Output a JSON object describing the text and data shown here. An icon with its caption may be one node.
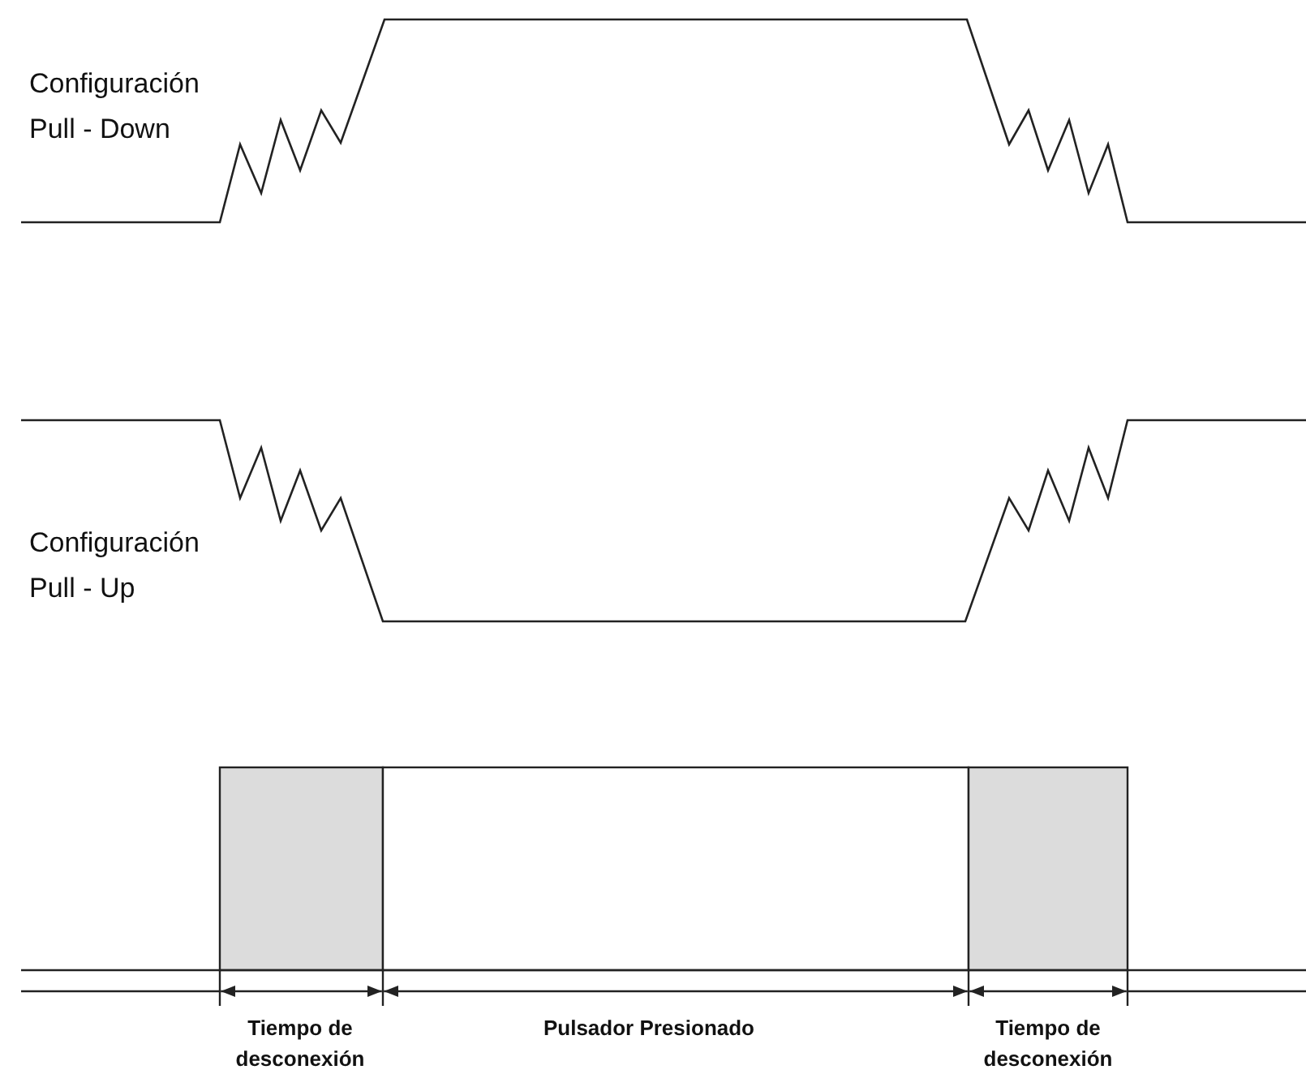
{
  "diagram": {
    "labels": [
      "Configuración Pull - Down",
      "Configuración Pull - Up",
      "Tiempo de desconexión",
      "Pulsador Presionado",
      "Tiempo de desconexión"
    ]
  }
}
